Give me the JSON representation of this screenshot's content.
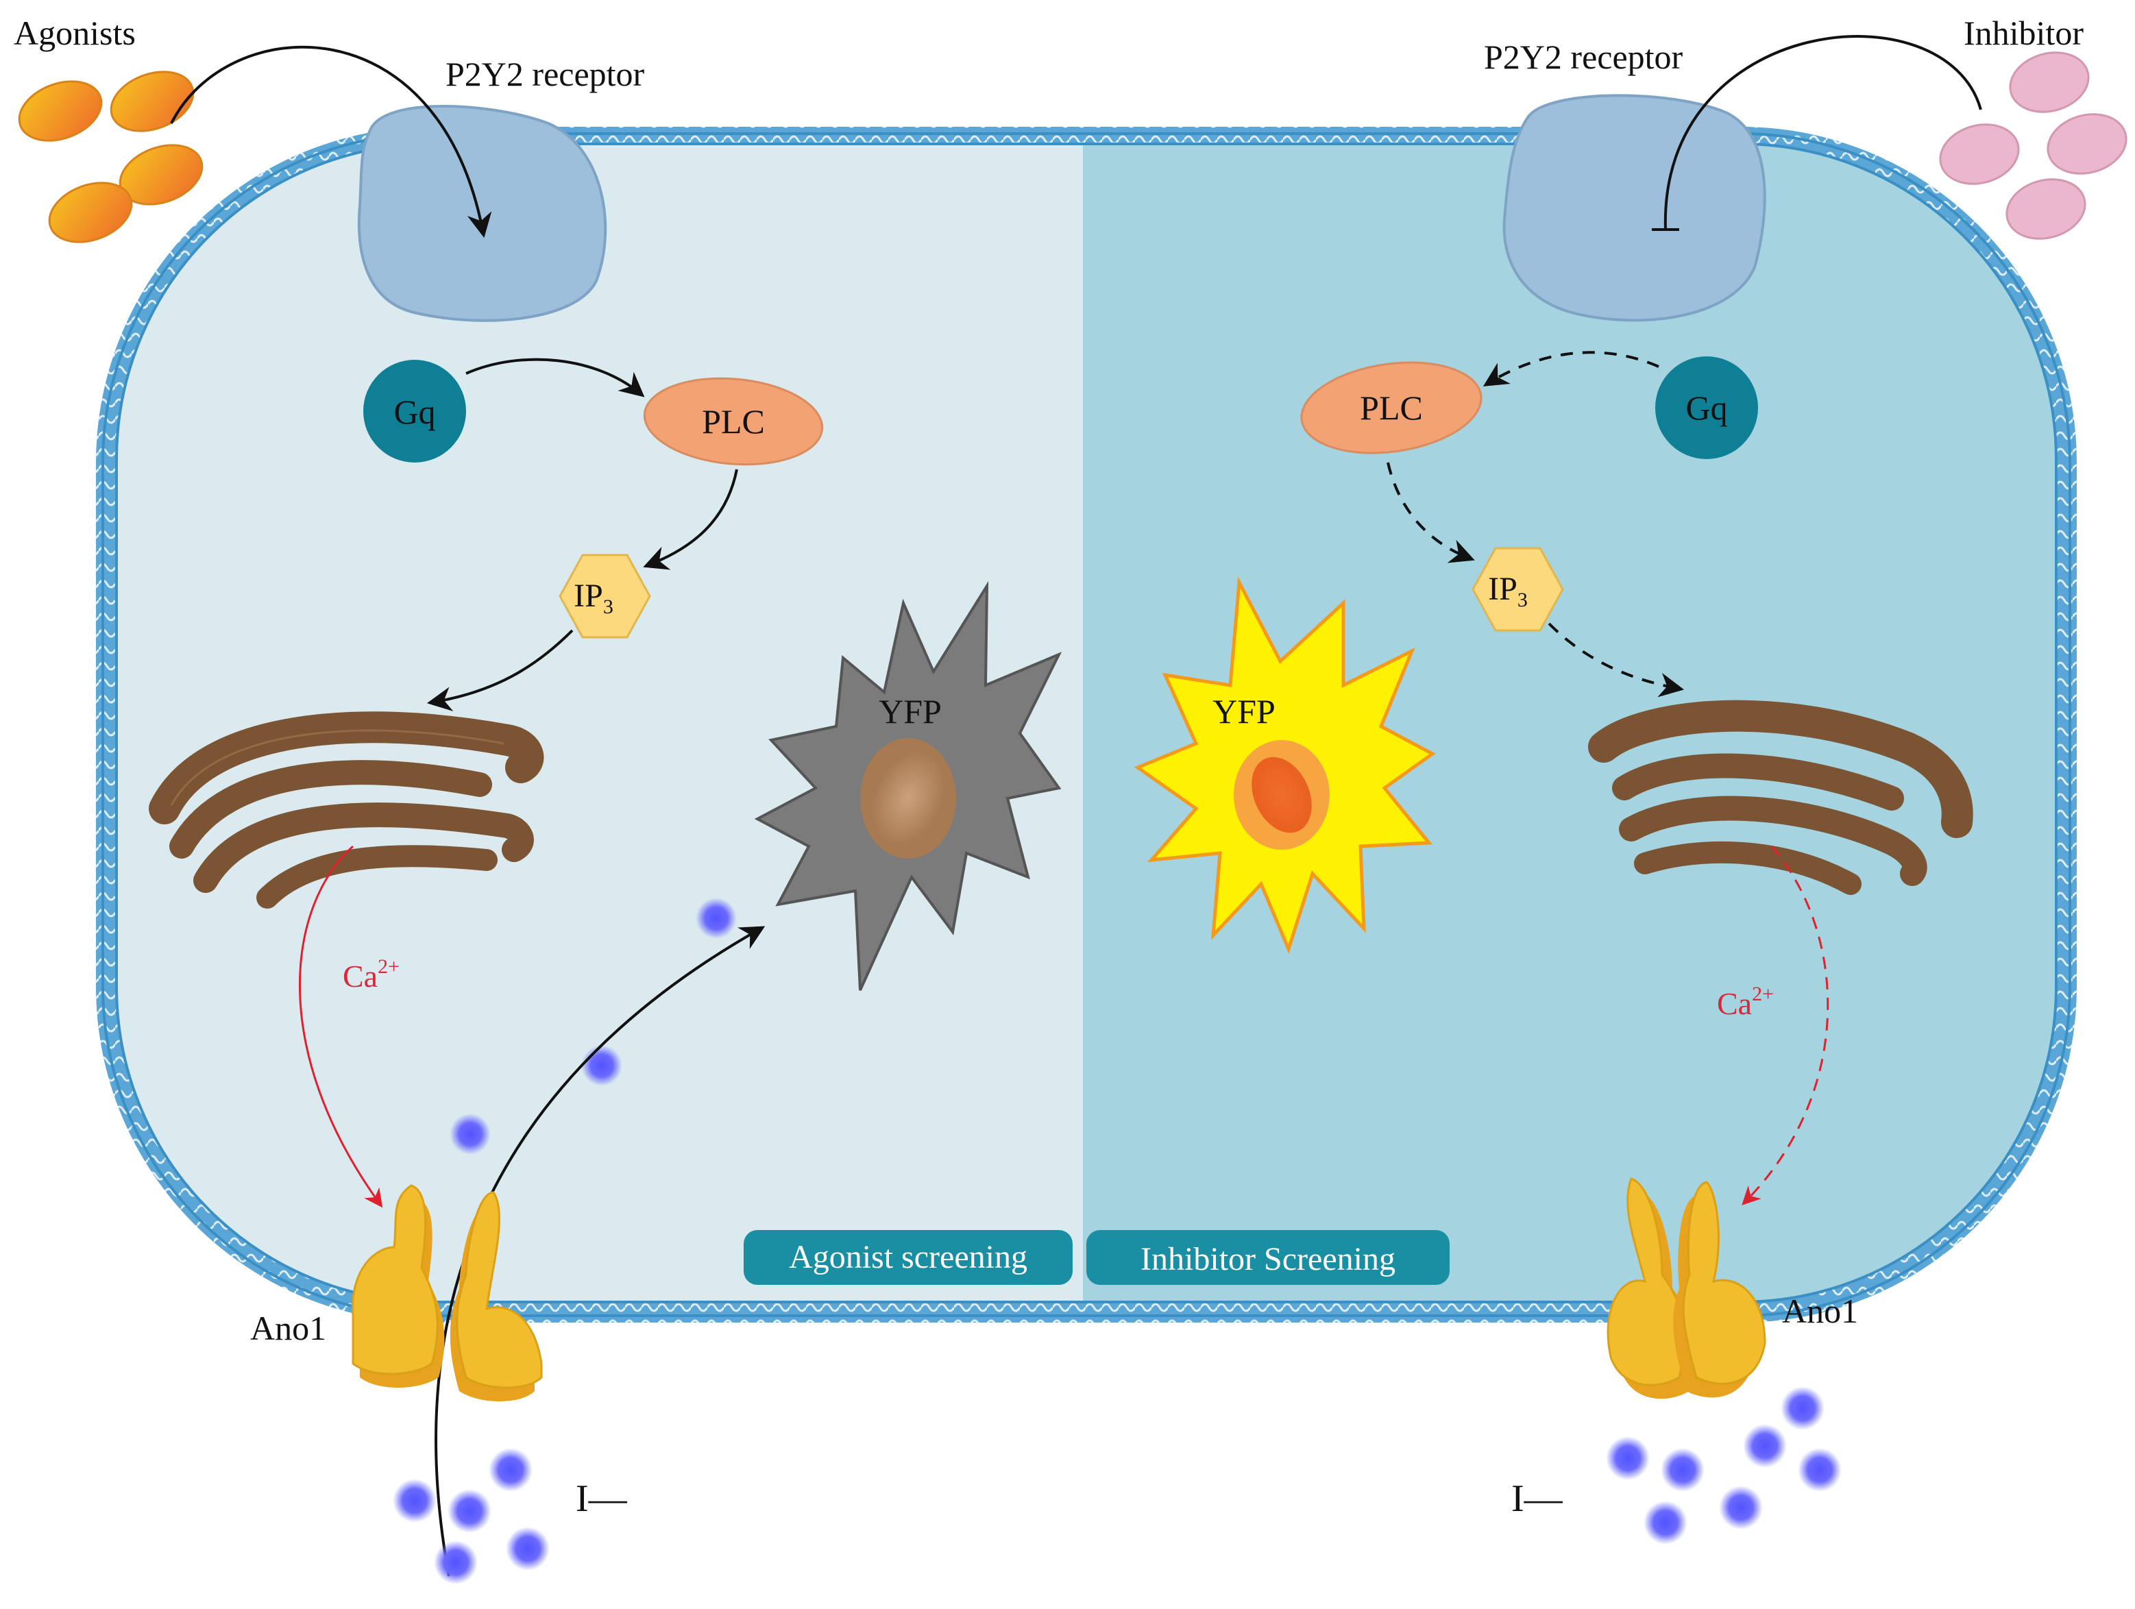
{
  "labels": {
    "agonists": "Agonists",
    "inhibitor": "Inhibitor",
    "receptor_left": "P2Y2 receptor",
    "receptor_right": "P2Y2 receptor",
    "gq_left": "Gq",
    "gq_right": "Gq",
    "plc_left": "PLC",
    "plc_right": "PLC",
    "ip3_left_main": "IP",
    "ip3_left_sub": "3",
    "ip3_right_main": "IP",
    "ip3_right_sub": "3",
    "yfp_left": "YFP",
    "yfp_right": "YFP",
    "ca_left_main": "Ca",
    "ca_left_sup": "2+",
    "ca_right_main": "Ca",
    "ca_right_sup": "2+",
    "ano1_left": "Ano1",
    "ano1_right": "Ano1",
    "iodide_left": "I—",
    "iodide_right": "I—"
  },
  "banners": {
    "agonist": "Agonist screening",
    "inhibitor": "Inhibitor Screening"
  },
  "colors": {
    "membrane": "#5aa6d6",
    "cell_left": "#dbeaee",
    "cell_right": "#a5d3df",
    "receptor": "#9dbfdc",
    "gq": "#0f7f96",
    "plc": "#f2a273",
    "ip3": "#fcd97c",
    "er": "#7b5434",
    "yfp_off": "#7b7b7b",
    "yfp_on": "#fff200",
    "ano1": "#f2bd2c",
    "iodide": "#5a5aff",
    "agonist_particle": "#f2a41c",
    "inhibitor_particle": "#ebb7cc",
    "ca_arrow": "#e0202f",
    "banner": "#1a8fa3"
  }
}
